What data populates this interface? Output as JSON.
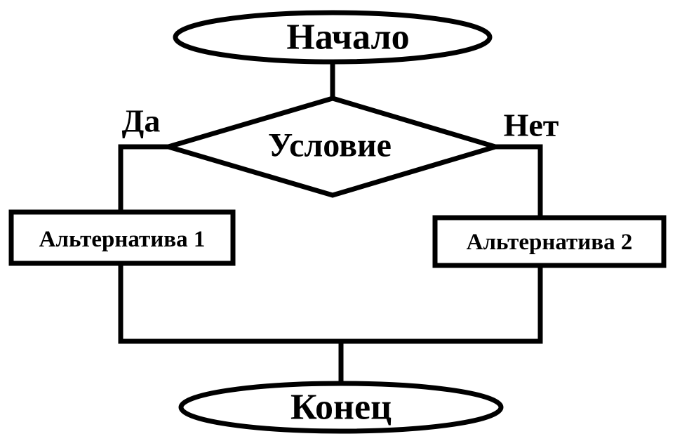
{
  "diagram": {
    "start_label": "Начало",
    "condition_label": "Условие",
    "yes_label": "Да",
    "no_label": "Нет",
    "alternative_1_label": "Альтернатива 1",
    "alternative_2_label": "Альтернатива 2",
    "end_label": "Конец"
  },
  "colors": {
    "stroke": "#000000",
    "background": "#ffffff"
  }
}
